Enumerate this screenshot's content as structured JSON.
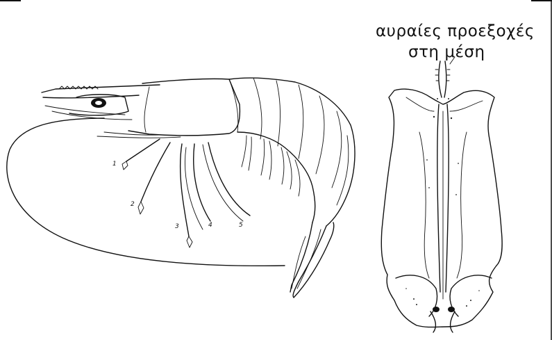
{
  "annotation": {
    "line1": "αυραίες προεξοχές",
    "line2": "στη μέση"
  },
  "leg_numbers": [
    "1",
    "2",
    "3",
    "4",
    "5"
  ]
}
